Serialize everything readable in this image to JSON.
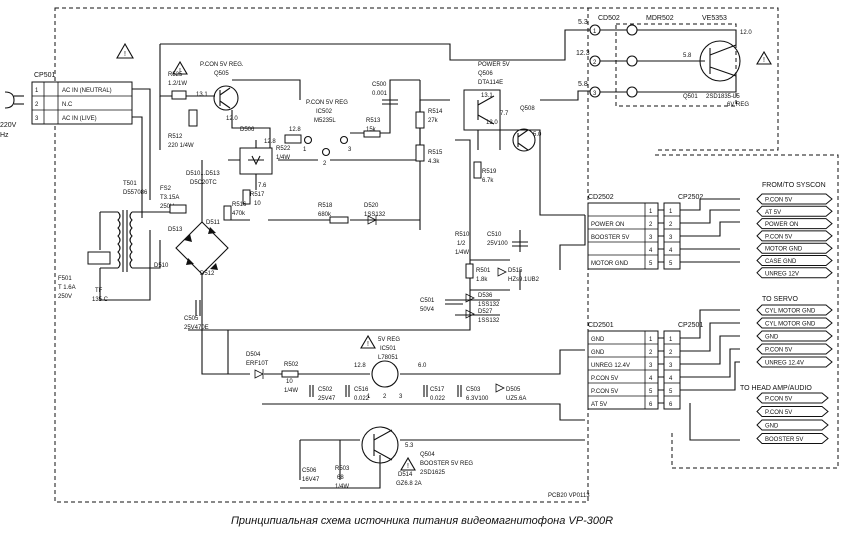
{
  "caption": "Принципиальная схема источника питания видеомагнитофона VP-300R",
  "connectors": {
    "cp501": "CP501",
    "cd502": "CD502",
    "cd2502": "CD2502",
    "cp2502": "CP2502",
    "cd2501": "CD2501",
    "cp2501": "CP2501",
    "mdr502": "MDR502",
    "ve5353": "VE5353"
  },
  "mains": {
    "pins": [
      "1",
      "2",
      "3"
    ],
    "pin1": "AC IN (NEUTRAL)",
    "pin2": "N.C",
    "pin3": "AC IN (LIVE)",
    "voltage": "220V",
    "hz": "Hz"
  },
  "components": {
    "r525": "R525",
    "r525_v": "1.2/1W",
    "q505_warn": "P.CON 5V REG.",
    "q505": "Q505",
    "r512a": "R512",
    "r512a_v": "220 1/4W",
    "d506": "D506",
    "r522": "R522",
    "r522_v": "1/4W",
    "ic502_h": "P.CON 5V REG",
    "ic502": "IC502",
    "ic502_p": "M5235L",
    "c500": "C500",
    "c500_v": "0.001",
    "r513": "R513",
    "r513_v": "15k",
    "r514": "R514",
    "r514_v": "27k",
    "r515": "R515",
    "r515_v": "4.3k",
    "t501": "T501",
    "t501_p": "D557086",
    "fs2": "FS2",
    "fs2_a": "T3.15A",
    "fs2_v": "250V",
    "d510": "D510...D513",
    "d510_p": "D5C20TC",
    "r517": "R517",
    "r517_v": "10",
    "r516": "R516",
    "r516_v": "470k",
    "r518": "R518",
    "r518_v": "680k",
    "d520": "D520",
    "d520_p": "1SS132",
    "f501": "F501",
    "f501_a": "T 1.6A",
    "f501_v": "250V",
    "tf": "TF",
    "tf_t": "135 C",
    "c505": "C505",
    "c505_v": "25V470E",
    "q506_h": "POWER 5V",
    "q506": "Q506",
    "q506_p": "DTA114E",
    "r519": "R519",
    "r519_v": "6.7k",
    "r510": "R510",
    "r510_v1": "1/2",
    "r510_v2": "1/4W",
    "c510": "C510",
    "c510_v": "25V100",
    "r501": "R501",
    "r501_v": "1.8k",
    "d515": "D515",
    "d515_p": "HZs9.1UB2",
    "c501": "C501",
    "c501_v": "50V4",
    "d536": "D536",
    "d536_p": "1SS132",
    "d527": "D527",
    "d527_p": "1SS132",
    "d504": "D504",
    "d504_p": "ERF10T",
    "r502": "R502",
    "r502_v1": "10",
    "r502_v2": "1/4W",
    "c502": "C502",
    "c502_v": "25V47",
    "c516": "C516",
    "c516_v": "0.022",
    "ic501_h": "5V REG",
    "ic501": "IC501",
    "ic501_p": "L78051",
    "c517": "C517",
    "c517_v": "0.022",
    "c503": "C503",
    "c503_v": "6.3V100",
    "d505": "D505",
    "d505_p": "UZ5.6A",
    "q504": "Q504",
    "q504_h": "BOOSTER 5V REG",
    "q504_p": "2SD1625",
    "c506": "C506",
    "c506_v": "16V47",
    "r503": "R503",
    "r503_v1": "68",
    "r503_v2": "1/4W",
    "d514": "D514",
    "d514_p": "GZ6.8 2A",
    "q501": "Q501",
    "q501_p": "2SD1835-L5",
    "q501_s": "6V REG",
    "board": "PCB20 VP0113"
  },
  "voltages": {
    "v53": "5.3",
    "v123": "12.3",
    "v58a": "5.8",
    "v120": "12.0",
    "v58b": "5.8",
    "v131": "13.1",
    "v120b": "12.0",
    "v128": "12.8",
    "v77": "7.7",
    "v50": "5.0",
    "v76": "7.6",
    "v128b": "12.8",
    "v60": "6.0",
    "v53b": "5.3",
    "v1": "1",
    "v2": "2",
    "v3": "3"
  },
  "cd502_pins": [
    "1",
    "2",
    "3"
  ],
  "cd2502_pins": [
    {
      "n": "1",
      "label": ""
    },
    {
      "n": "2",
      "label": "POWER ON"
    },
    {
      "n": "3",
      "label": "BOOSTER 5V"
    },
    {
      "n": "4",
      "label": ""
    },
    {
      "n": "5",
      "label": "MOTOR GND"
    }
  ],
  "cd2501_pins": [
    {
      "n": "1",
      "label": "GND"
    },
    {
      "n": "2",
      "label": "GND"
    },
    {
      "n": "3",
      "label": "UNREG 12.4V"
    },
    {
      "n": "4",
      "label": "P.CON 5V"
    },
    {
      "n": "5",
      "label": "P.CON 5V"
    },
    {
      "n": "6",
      "label": "AT 5V"
    }
  ],
  "right_groups": {
    "syscon_title": "FROM/TO SYSCON",
    "syscon": [
      "P.CON 5V",
      "AT 5V",
      "POWER ON",
      "P.CON 5V",
      "MOTOR GND",
      "CASE GND",
      "UNREG 12V"
    ],
    "servo_title": "TO SERVO",
    "servo": [
      "CYL MOTOR GND",
      "CYL MOTOR GND",
      "GND",
      "P.CON 5V",
      "UNREG 12.4V"
    ],
    "head_title": "TO HEAD AMP/AUDIO",
    "head": [
      "P.CON 5V",
      "P.CON 5V",
      "GND",
      "BOOSTER 5V"
    ]
  }
}
